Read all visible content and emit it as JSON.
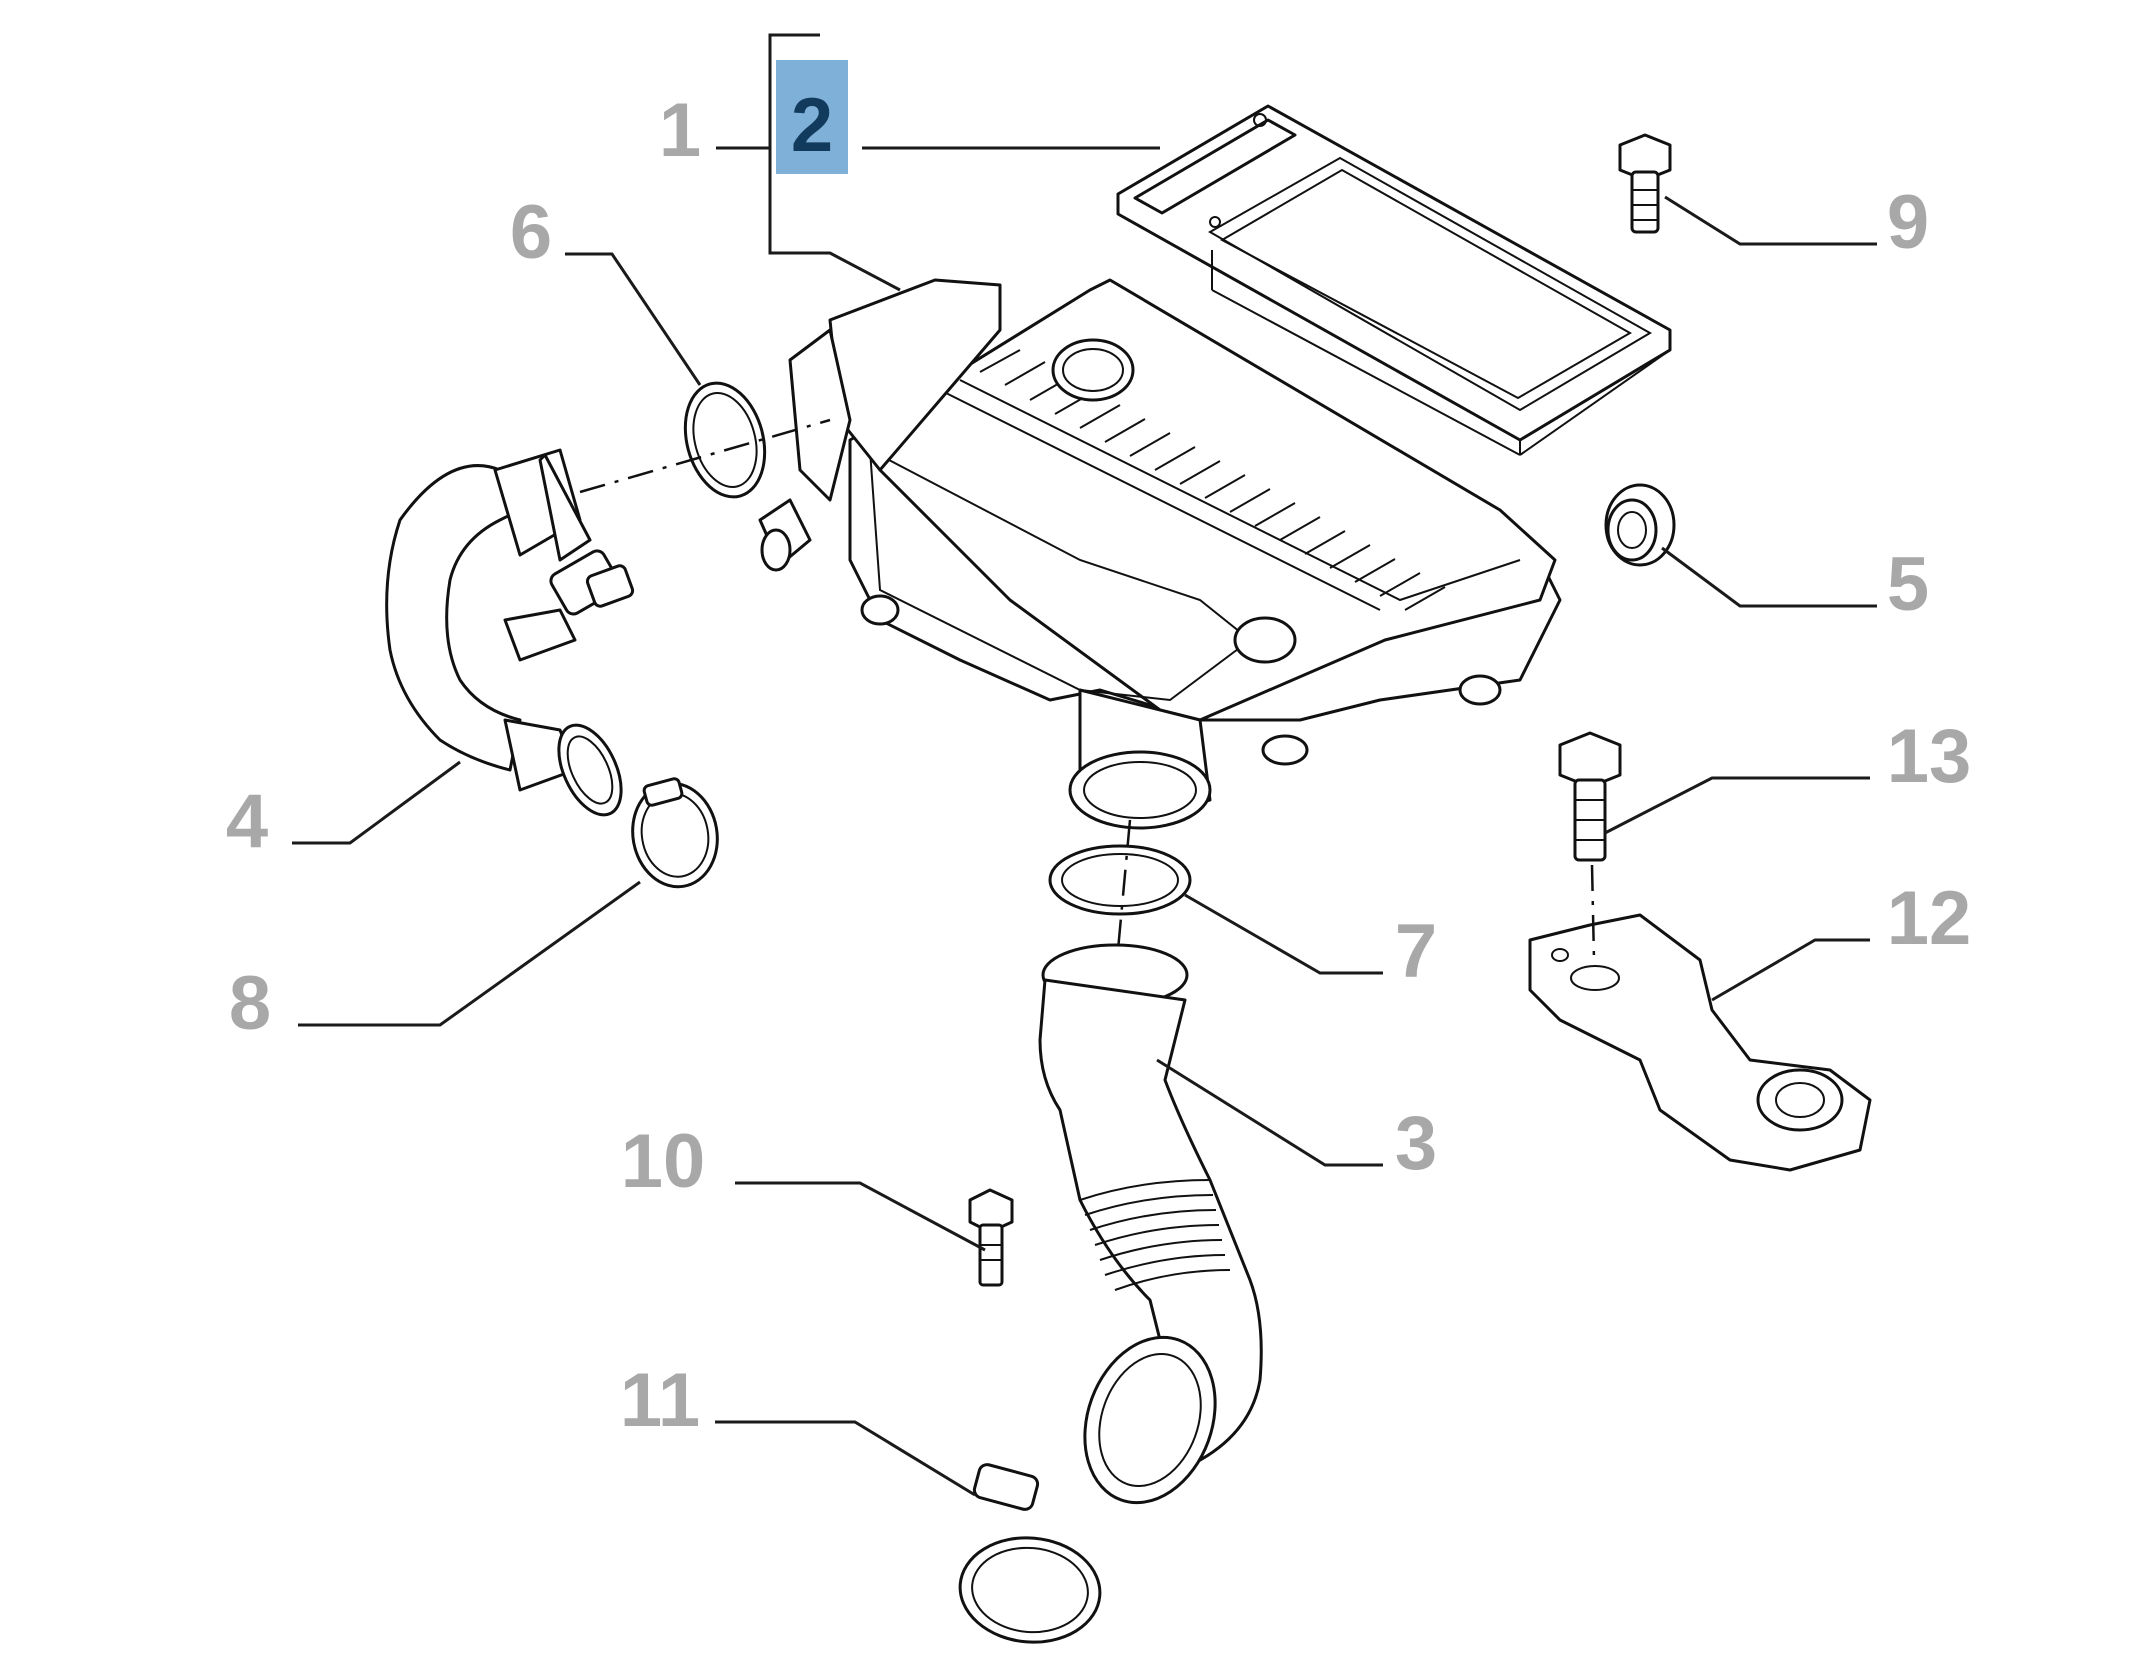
{
  "callouts": {
    "c1": "1",
    "c2": "2",
    "c3": "3",
    "c4": "4",
    "c5": "5",
    "c6": "6",
    "c7": "7",
    "c8": "8",
    "c9": "9",
    "c10": "10",
    "c11": "11",
    "c12": "12",
    "c13": "13"
  },
  "colors": {
    "callout_text": "#a8a8a8",
    "highlight_bg": "#7fb0d8",
    "highlight_text": "#123a5c",
    "line": "#111111"
  },
  "highlighted_part": "2"
}
